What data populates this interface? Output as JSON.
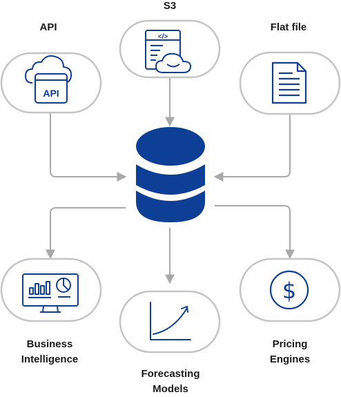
{
  "sources": {
    "api": {
      "label": "API",
      "icon": "api-cloud-icon"
    },
    "s3": {
      "label": "S3",
      "icon": "code-window-cloud-icon"
    },
    "flat_file": {
      "label": "Flat file",
      "icon": "document-icon"
    }
  },
  "hub": {
    "icon": "database-icon"
  },
  "destinations": {
    "business_intelligence": {
      "label_line1": "Business",
      "label_line2": "Intelligence",
      "icon": "dashboard-monitor-icon"
    },
    "forecasting_models": {
      "label_line1": "Forecasting",
      "label_line2": "Models",
      "icon": "growth-curve-icon"
    },
    "pricing_engines": {
      "label_line1": "Pricing",
      "label_line2": "Engines",
      "icon": "dollar-circle-icon"
    }
  },
  "api_icon_text": "API",
  "code_icon_text": "</>",
  "colors": {
    "accent": "#0d3f97",
    "node_border": "#c4c4c4",
    "connector": "#a9a9a9",
    "text": "#1a1a1a"
  }
}
